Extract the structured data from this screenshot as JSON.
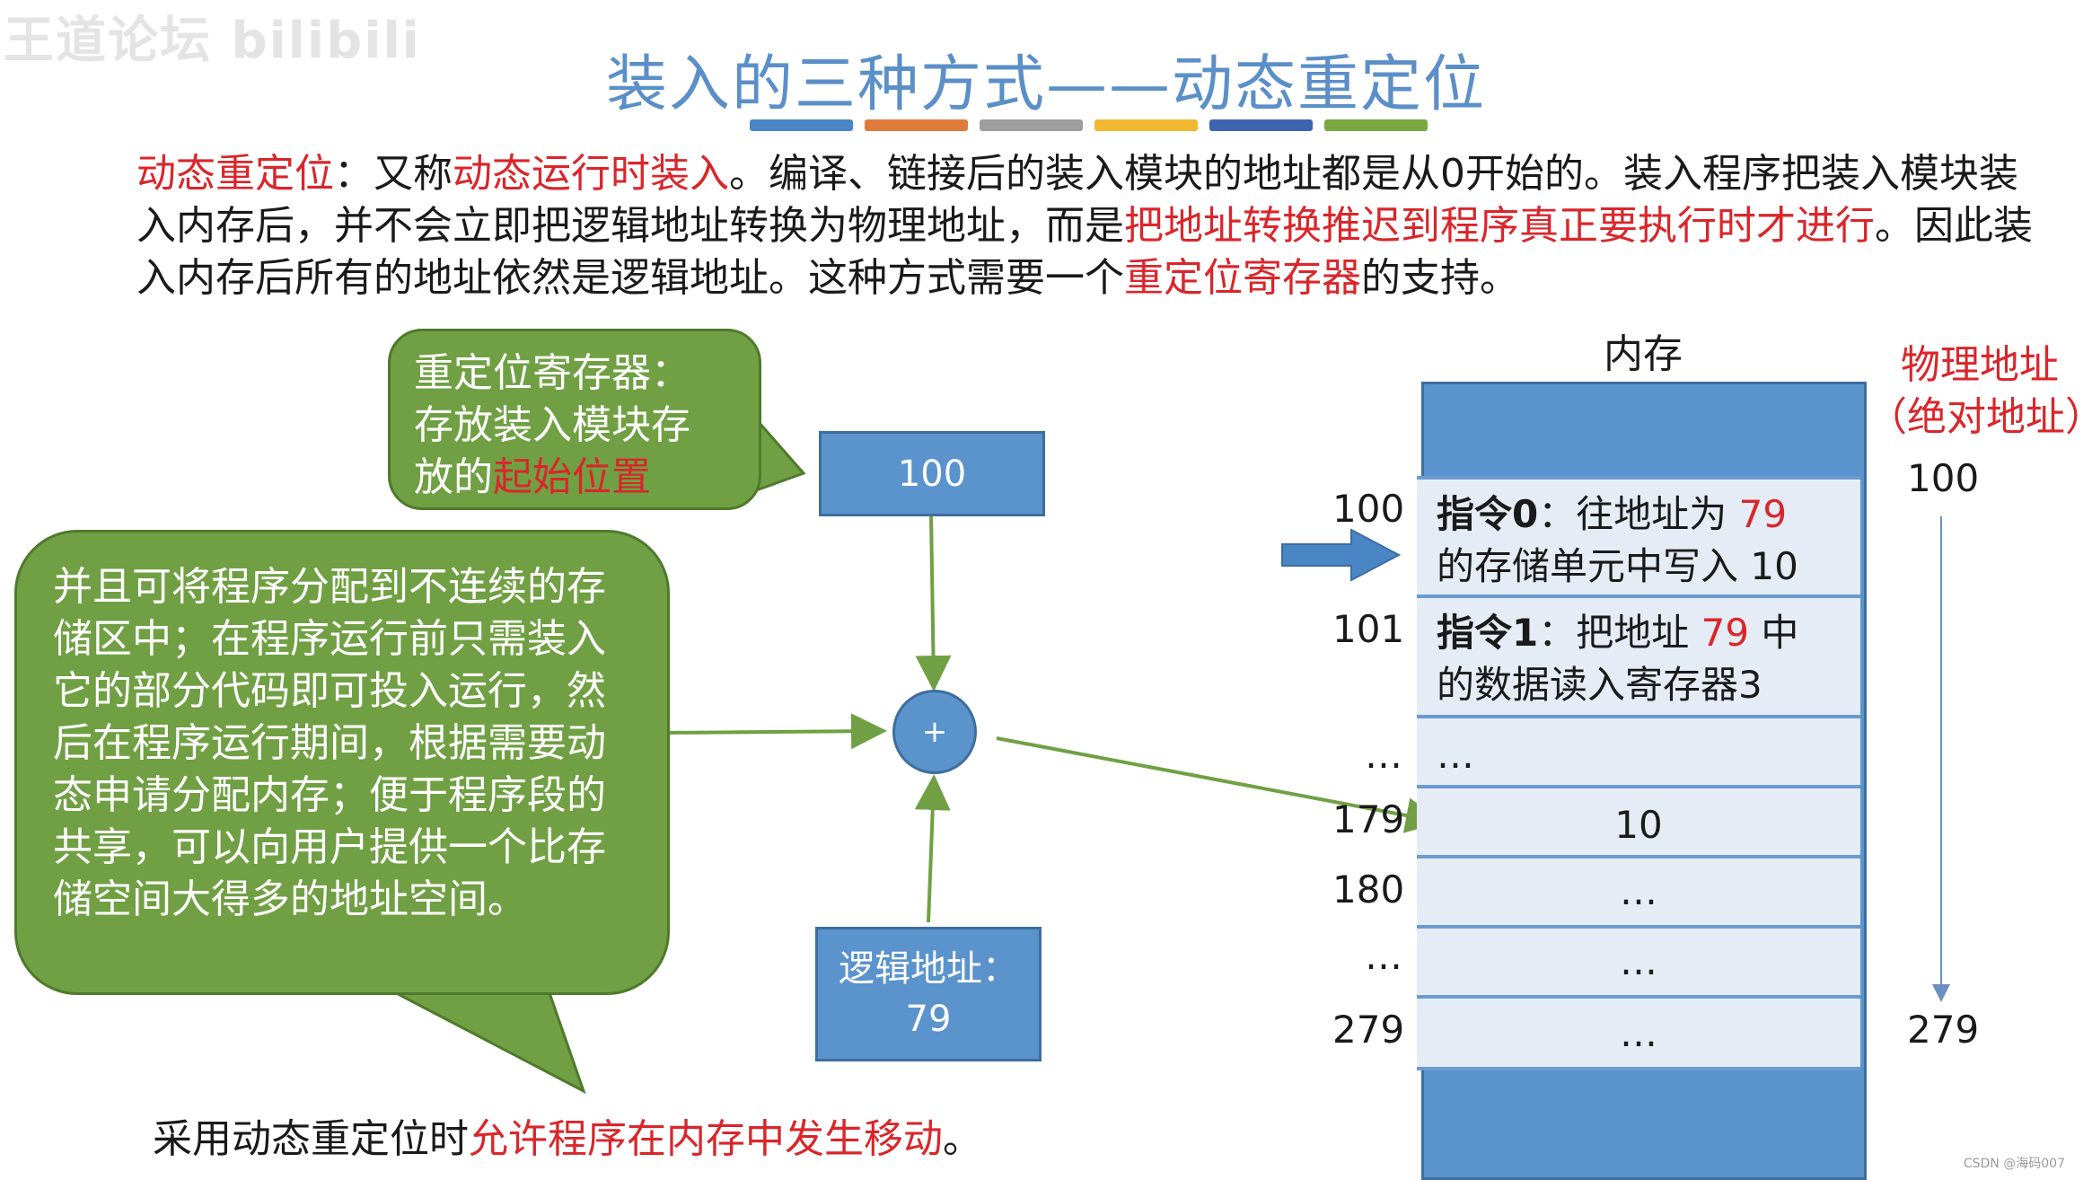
{
  "watermark": "王道论坛 bilibili",
  "title": "装入的三种方式——动态重定位",
  "colors": {
    "title": "#5b8fc8",
    "red": "#d9262b",
    "green_bubble": "#70a043",
    "blue_box": "#5b93cc",
    "arrow_green": "#70a043",
    "stripes": [
      "#4a86c5",
      "#e07a3a",
      "#9e9e9e",
      "#f2b731",
      "#3e64b0",
      "#7aa83f"
    ]
  },
  "paragraph": {
    "p1": "动态重定位",
    "p2": "：又称",
    "p3": "动态运行时装入",
    "p4": "。编译、链接后的装入模块的地址都是从0开始的。装入程序把装入模块装入内存后，并不会立即把逻辑地址转换为物理地址，而是",
    "p5": "把地址转换推迟到程序真正要执行时才进行",
    "p6": "。因此装入内存后所有的地址依然是逻辑地址。这种方式需要一个",
    "p7": "重定位寄存器",
    "p8": "的支持。"
  },
  "bubble_register": {
    "line1": "重定位寄存器：",
    "line2": "存放装入模块存",
    "line3a": "放的",
    "line3b": "起始位置"
  },
  "bubble_advantages": {
    "text": "并且可将程序分配到不连续的存储区中；在程序运行前只需装入它的部分代码即可投入运行，然后在程序运行期间，根据需要动态申请分配内存；便于程序段的共享，可以向用户提供一个比存储空间大得多的地址空间。"
  },
  "register_box": "100",
  "adder_symbol": "+",
  "logical_box": {
    "line1": "逻辑地址：",
    "line2": "79"
  },
  "memory": {
    "title": "内存",
    "physical_title_line1": "物理地址",
    "physical_title_line2": "（绝对地址）",
    "physical_start": "100",
    "physical_end": "279",
    "cells": [
      {
        "addr": "100",
        "a": "指令0",
        "b": "：往地址为 ",
        "c": "79",
        "d": "的存储单元中写入 10"
      },
      {
        "addr": "101",
        "a": "指令1",
        "b": "：把地址 ",
        "c": "79",
        "d2": " 中",
        "d": "的数据读入寄存器3"
      },
      {
        "addr": "…",
        "text": "…"
      },
      {
        "addr": "179",
        "text": "10"
      },
      {
        "addr": "180",
        "text": "…"
      },
      {
        "addr": "…",
        "text": "…"
      },
      {
        "addr": "279",
        "text": "…"
      }
    ]
  },
  "bottom_note": {
    "a": "采用动态重定位时",
    "b": "允许程序在内存中发生移动",
    "c": "。"
  },
  "credit": "CSDN @海码007"
}
